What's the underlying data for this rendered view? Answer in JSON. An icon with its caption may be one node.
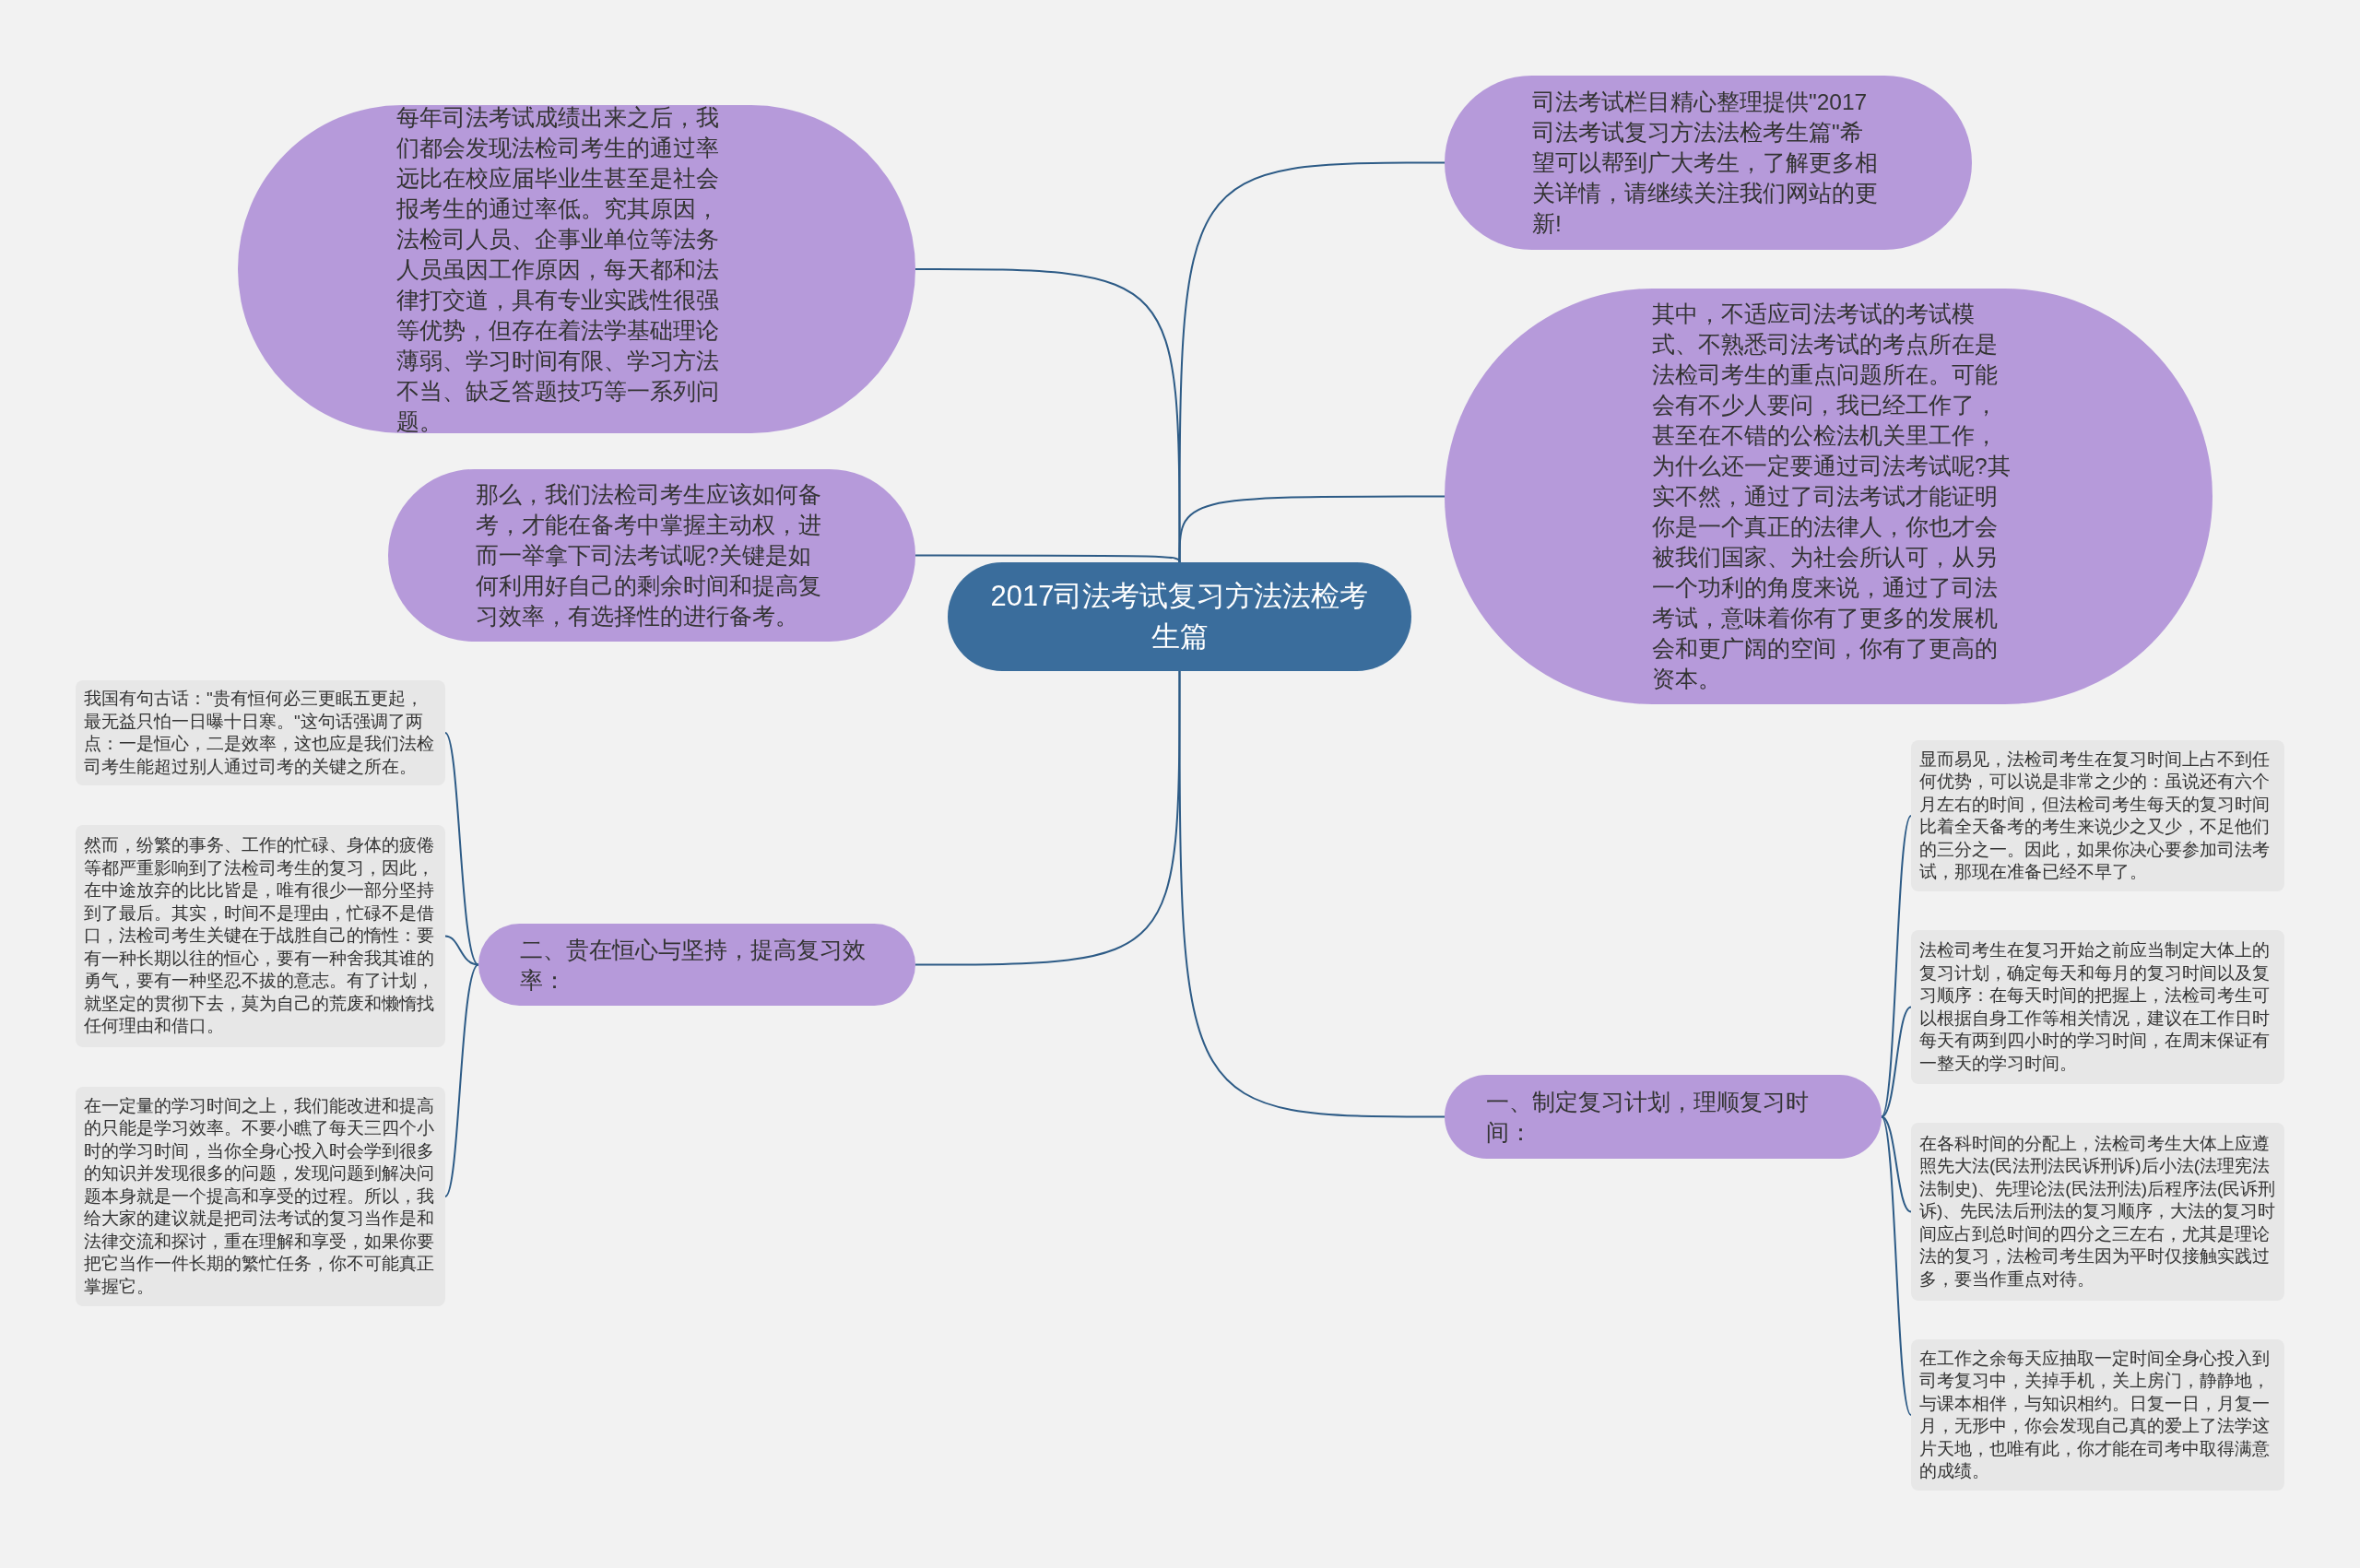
{
  "diagram": {
    "nodes": [
      {
        "text": [
          "2017司法考试复习方法法检考生篇"
        ]
      },
      {
        "text": [
          "每年司法考试成绩出来之后，我们都会发现法检司考生的通过率远比在校应届毕业生甚至是社会报考生的通过率低。究其原因，法检司人员、企事业单位等法务人员虽因工作原因，每天都和法律打交道，具有专业实践性很强等优势，但存在着法学基础理论薄弱、学习时间有限、学习方法不当、缺乏答题技巧等一系列问题。"
        ]
      },
      {
        "text": [
          "那么，我们法检司考生应该如何备考，才能在备考中掌握主动权，进而一举拿下司法考试呢?关键是如何利用好自己的剩余时间和提高复习效率，有选择性的进行备考。"
        ]
      },
      {
        "text": [
          "二、贵在恒心与坚持，提高复习效率："
        ]
      },
      {
        "text": [
          "我国有句古话：\"贵有恒何必三更眠五更起，最无益只怕一日曝十日寒。\"这句话强调了两点：一是恒心，二是效率，这也应是我们法检司考生能超过别人通过司考的关键之所在。"
        ]
      },
      {
        "text": [
          "然而，纷繁的事务、工作的忙碌、身体的疲倦等都严重影响到了法检司考生的复习，因此，在中途放弃的比比皆是，唯有很少一部分坚持到了最后。其实，时间不是理由，忙碌不是借口，法检司考生关键在于战胜自己的惰性：要有一种长期以往的恒心，要有一种舍我其谁的勇气，要有一种坚忍不拔的意志。有了计划，就坚定的贯彻下去，莫为自己的荒废和懒惰找任何理由和借口。"
        ]
      },
      {
        "text": [
          "在一定量的学习时间之上，我们能改进和提高的只能是学习效率。不要小瞧了每天三四个小时的学习时间，当你全身心投入时会学到很多的知识并发现很多的问题，发现问题到解决问题本身就是一个提高和享受的过程。所以，我给大家的建议就是把司法考试的复习当作是和法律交流和探讨，重在理解和享受，如果你要把它当作一件长期的繁忙任务，你不可能真正掌握它。"
        ]
      },
      {
        "text": [
          "司法考试栏目精心整理提供\"2017司法考试复习方法法检考生篇\"希望可以帮到广大考生，了解更多相关详情，请继续关注我们网站的更新!"
        ]
      },
      {
        "text": [
          "其中，不适应司法考试的考试模式、不熟悉司法考试的考点所在是法检司考生的重点问题所在。可能会有不少人要问，我已经工作了，甚至在不错的公检法机关里工作，为什么还一定要通过司法考试呢?其实不然，通过了司法考试才能证明你是一个真正的法律人，你也才会被我们国家、为社会所认可，从另一个功利的角度来说，通过了司法考试，意味着你有了更多的发展机会和更广阔的空间，你有了更高的资本。"
        ]
      },
      {
        "text": [
          "一、制定复习计划，理顺复习时间："
        ]
      },
      {
        "text": [
          "显而易见，法检司考生在复习时间上占不到任何优势，可以说是非常之少的：虽说还有六个月左右的时间，但法检司考生每天的复习时间比着全天备考的考生来说少之又少，不足他们的三分之一。因此，如果你决心要参加司法考试，那现在准备已经不早了。"
        ]
      },
      {
        "text": [
          "法检司考生在复习开始之前应当制定大体上的复习计划，确定每天和每月的复习时间以及复习顺序：在每天时间的把握上，法检司考生可以根据自身工作等相关情况，建议在工作日时每天有两到四小时的学习时间，在周末保证有一整天的学习时间。"
        ]
      },
      {
        "text": [
          "在各科时间的分配上，法检司考生大体上应遵照先大法(民法刑法民诉刑诉)后小法(法理宪法法制史)、先理论法(民法刑法)后程序法(民诉刑诉)、先民法后刑法的复习顺序，大法的复习时间应占到总时间的四分之三左右，尤其是理论法的复习，法检司考生因为平时仅接触实践过多，要当作重点对待。"
        ]
      },
      {
        "text": [
          "在工作之余每天应抽取一定时间全身心投入到司考复习中，关掉手机，关上房门，静静地，与课本相伴，与知识相约。日复一日，月复一月，无形中，你会发现自己真的爱上了法学这片天地，也唯有此，你才能在司考中取得满意的成绩。"
        ]
      }
    ],
    "edges": [
      {
        "from": 0,
        "to": 1,
        "arrow": "none"
      },
      {
        "from": 0,
        "to": 2,
        "arrow": "none"
      },
      {
        "from": 0,
        "to": 3,
        "arrow": "none"
      },
      {
        "from": 3,
        "to": 4,
        "arrow": "none"
      },
      {
        "from": 3,
        "to": 5,
        "arrow": "none"
      },
      {
        "from": 3,
        "to": 6,
        "arrow": "none"
      },
      {
        "from": 0,
        "to": 7,
        "arrow": "none"
      },
      {
        "from": 0,
        "to": 8,
        "arrow": "none"
      },
      {
        "from": 0,
        "to": 9,
        "arrow": "none"
      },
      {
        "from": 9,
        "to": 10,
        "arrow": "none"
      },
      {
        "from": 9,
        "to": 11,
        "arrow": "none"
      },
      {
        "from": 9,
        "to": 12,
        "arrow": "none"
      },
      {
        "from": 9,
        "to": 13,
        "arrow": "none"
      }
    ]
  }
}
